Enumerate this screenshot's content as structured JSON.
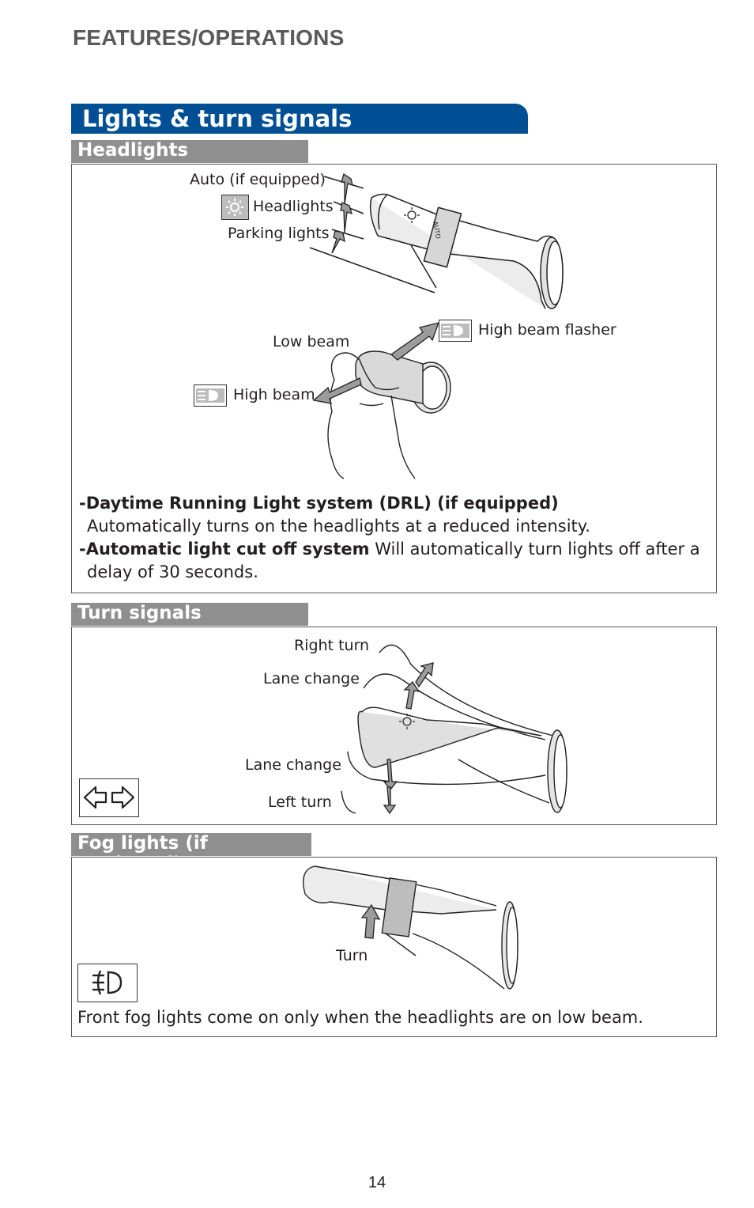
{
  "header": {
    "section": "FEATURES/OPERATIONS"
  },
  "title": "Lights & turn signals",
  "headlights": {
    "tab": "Headlights",
    "labels": {
      "auto": "Auto (if equipped)",
      "headlights": "Headlights",
      "parking": "Parking lights",
      "low_beam": "Low beam",
      "high_beam_flasher": "High beam flasher",
      "high_beam": "High beam"
    },
    "drl_title": "-Daytime Running Light system (DRL) (if equipped)",
    "drl_text": "Automatically turns on the headlights at a reduced intensity.",
    "cutoff_title": "-Automatic light cut off system",
    "cutoff_text": " Will automatically turn lights off after a",
    "cutoff_text2": "delay of 30 seconds.",
    "lever_text": "AUTO"
  },
  "turn_signals": {
    "tab": "Turn signals",
    "labels": {
      "right_turn": "Right turn",
      "lane_change_up": "Lane change",
      "lane_change_down": "Lane change",
      "left_turn": "Left turn"
    }
  },
  "fog": {
    "tab": "Fog lights (if equipped)",
    "turn_label": "Turn",
    "text": "Front fog lights come on only when the headlights are on low beam."
  },
  "page_number": "14"
}
